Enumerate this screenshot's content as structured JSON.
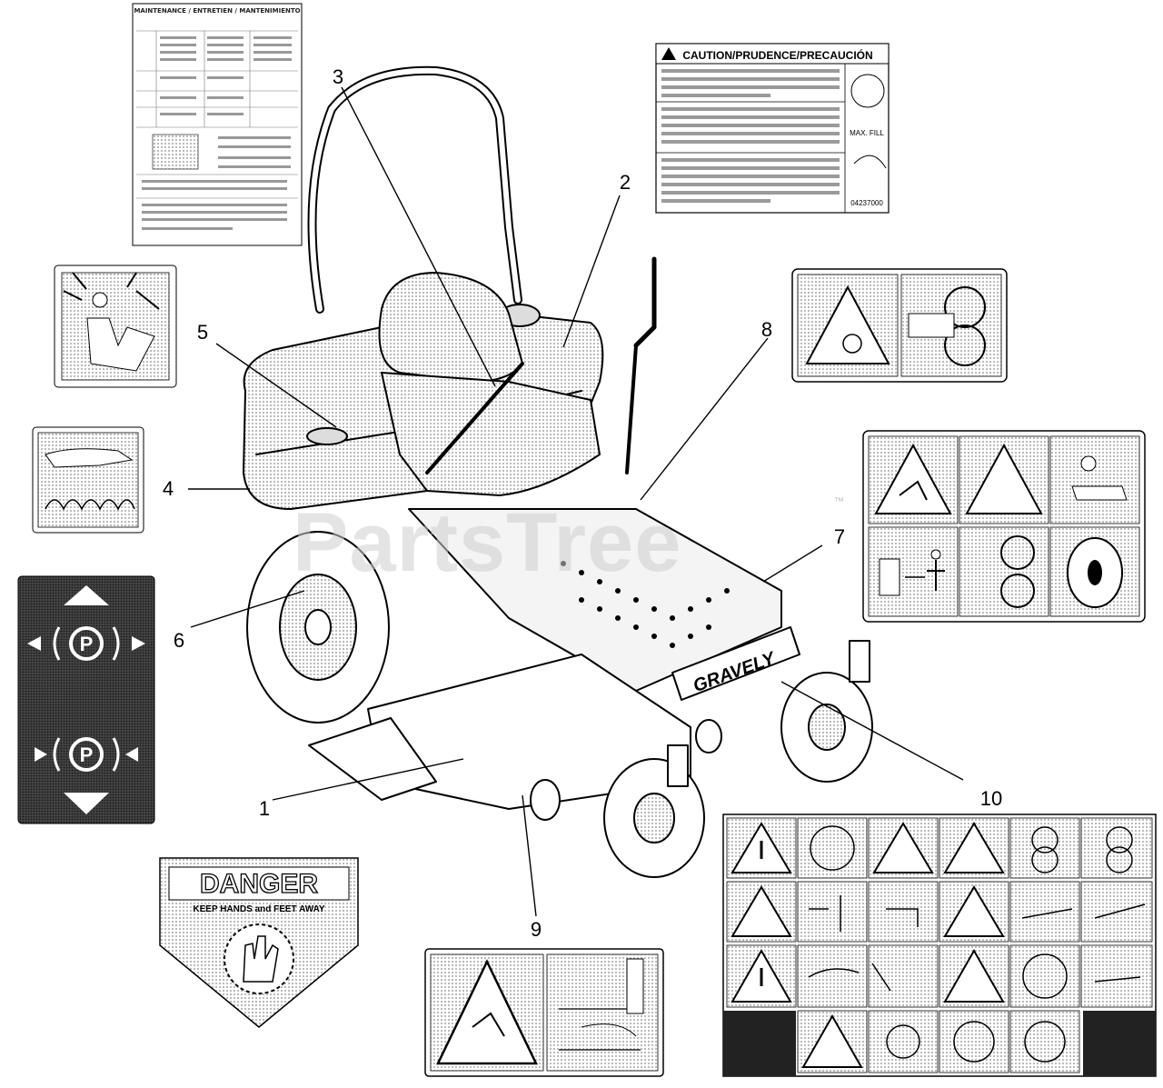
{
  "diagram": {
    "callouts": [
      "1",
      "2",
      "3",
      "4",
      "5",
      "6",
      "7",
      "8",
      "9",
      "10"
    ],
    "watermark": "PartsTree",
    "watermark_tm": "™"
  },
  "decals": {
    "maintenance": {
      "heading": "MAINTENANCE / ENTRETIEN / MANTENIMIENTO"
    },
    "caution": {
      "heading": "CAUTION/PRUDENCE/PRECAUCIÓN",
      "max_fill": "MAX. FILL",
      "part_number": "04237000"
    },
    "danger": {
      "title": "DANGER",
      "subtitle": "KEEP HANDS and FEET AWAY"
    }
  },
  "machine": {
    "deck_brand": "GRAVELY"
  }
}
